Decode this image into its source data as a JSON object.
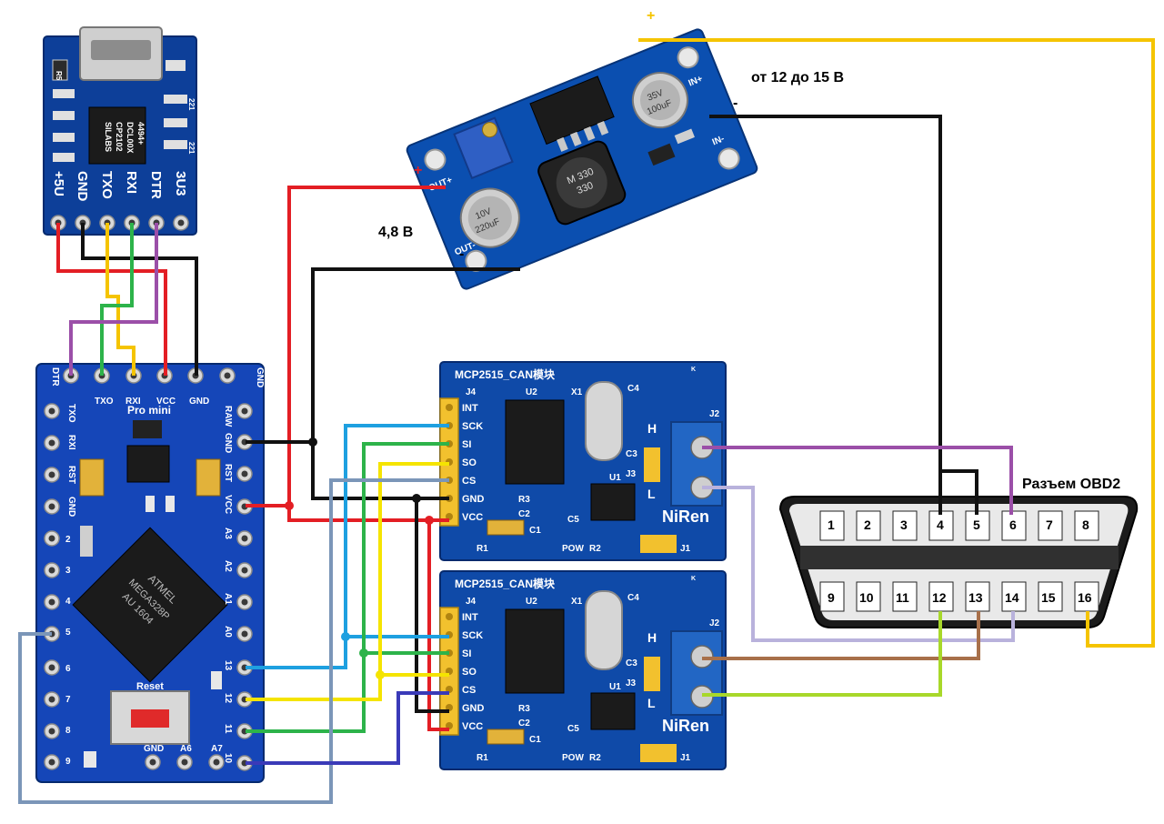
{
  "usb_adapter": {
    "pins": [
      "+5U",
      "GND",
      "TXO",
      "RXI",
      "DTR",
      "3U3"
    ],
    "chip_text": [
      "SILABS",
      "CP2102",
      "DCL00X",
      "4494+"
    ],
    "component_labels": [
      "R5",
      "221",
      "221"
    ]
  },
  "arduino": {
    "top_pins": [
      "DTR",
      "TXO",
      "RXI",
      "VCC",
      "GND",
      "GND"
    ],
    "top_pin_labels": [
      "TXO",
      "RXI",
      "VCC",
      "GND"
    ],
    "board_name": "Pro mini",
    "left_pins": [
      "TXO",
      "RXI",
      "RST",
      "GND",
      "2",
      "3",
      "4",
      "5",
      "6",
      "7",
      "8",
      "9"
    ],
    "right_pins": [
      "RAW",
      "GND",
      "RST",
      "VCC",
      "A3",
      "A2",
      "A1",
      "A0",
      "13",
      "12",
      "11",
      "10"
    ],
    "bottom_labels": [
      "GND",
      "A6",
      "A7"
    ],
    "chip_text": [
      "ATMEL",
      "MEGA328P",
      "AU 1604"
    ],
    "reset_label": "Reset"
  },
  "buck": {
    "labels": [
      "OUT+",
      "OUT-",
      "IN+",
      "IN-"
    ],
    "inductor_text": [
      "M 330",
      "330"
    ],
    "cap_text": [
      "10V",
      "220uF"
    ],
    "cap2_text": [
      "35V",
      "100uF"
    ]
  },
  "can_module": {
    "title": "MCP2515_CAN模块",
    "pins": [
      "INT",
      "SCK",
      "SI",
      "SO",
      "CS",
      "GND",
      "VCC"
    ],
    "labels": [
      "J4",
      "U2",
      "X1",
      "C4",
      "H",
      "L",
      "C3",
      "J3",
      "J2",
      "U1",
      "C5",
      "R3",
      "C2",
      "C1",
      "R1",
      "POW",
      "R2",
      "J1",
      "NiRen",
      "K"
    ]
  },
  "obd": {
    "title": "Разъем OBD2",
    "row1": [
      "1",
      "2",
      "3",
      "4",
      "5",
      "6",
      "7",
      "8"
    ],
    "row2": [
      "9",
      "10",
      "11",
      "12",
      "13",
      "14",
      "15",
      "16"
    ]
  },
  "annotations": {
    "input_plus": "+",
    "input_voltage": "от 12 до 15 В",
    "input_minus": "-",
    "output_plus": "+",
    "output_voltage": "4,8 В",
    "output_minus": "-"
  },
  "colors": {
    "red": "#e31e24",
    "black": "#111111",
    "yellow": "#f5c400",
    "green": "#2db34a",
    "purple": "#9b4fa8",
    "cyan": "#1ea0e0",
    "lightyellow": "#f5e400",
    "steelblue": "#7b96b8",
    "navy": "#3a3ab8",
    "lavender": "#b9b2dc",
    "brown": "#a8704a",
    "lime": "#a8d82a",
    "orange_plus": "#f5c400"
  }
}
